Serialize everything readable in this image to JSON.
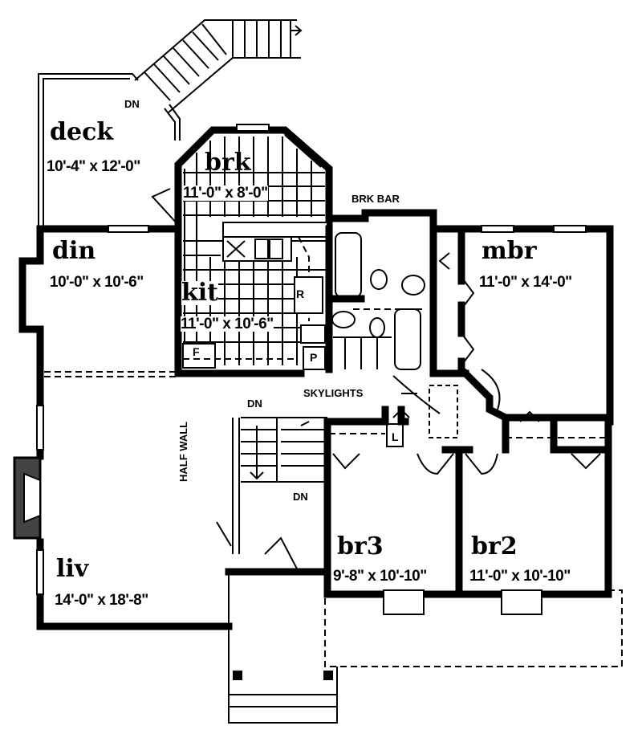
{
  "rooms": [
    {
      "id": "deck",
      "name": "deck",
      "size": "10'-4\" x 12'-0\""
    },
    {
      "id": "brk",
      "name": "brk",
      "size": "11'-0\" x 8'-0\""
    },
    {
      "id": "din",
      "name": "din",
      "size": "10'-0\" x 10'-6\""
    },
    {
      "id": "kit",
      "name": "kit",
      "size": "11'-0\" x 10'-6\""
    },
    {
      "id": "mbr",
      "name": "mbr",
      "size": "11'-0\" x 14'-0\""
    },
    {
      "id": "br3",
      "name": "br3",
      "size": "9'-8\" x 10'-10\""
    },
    {
      "id": "br2",
      "name": "br2",
      "size": "11'-0\" x 10'-10\""
    },
    {
      "id": "liv",
      "name": "liv",
      "size": "14'-0\" x 18'-8\""
    }
  ],
  "notes": {
    "dn_deck": "DN",
    "brk_bar": "BRK BAR",
    "skylights": "SKYLIGHTS",
    "dn_stair_top": "DN",
    "dn_stair_bottom": "DN",
    "half_wall": "HALF WALL"
  },
  "fixtures": {
    "refrigerator": "R",
    "pantry": "P",
    "freezer": "F",
    "linen": "L"
  }
}
